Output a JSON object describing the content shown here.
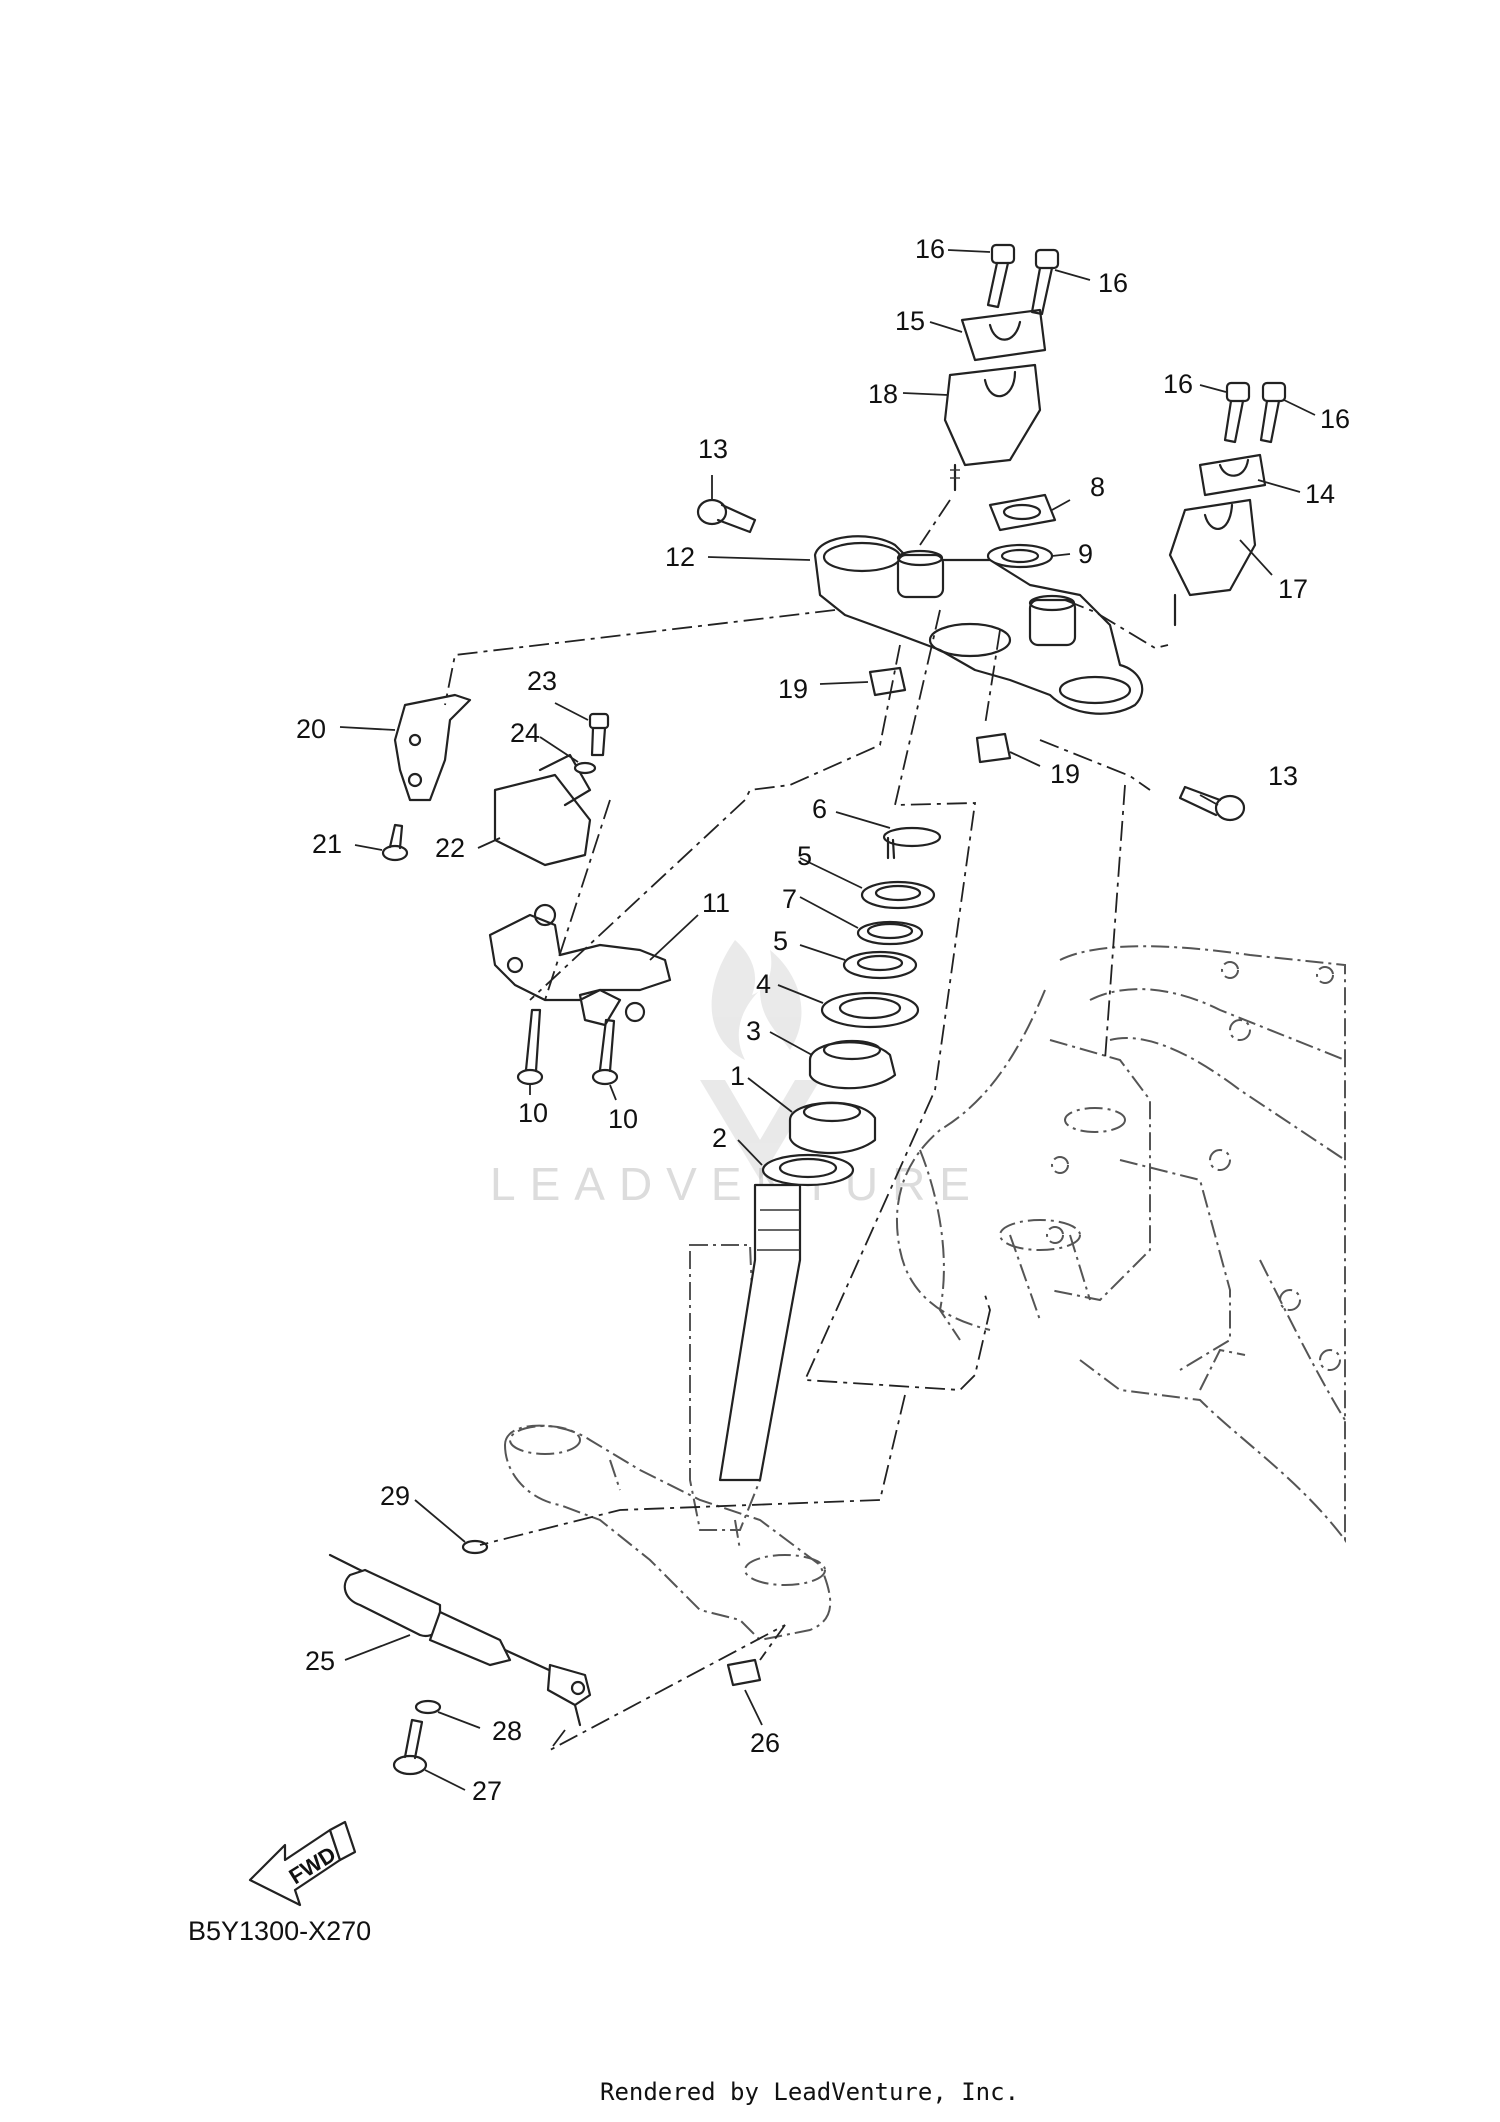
{
  "diagram": {
    "part_code": "B5Y1300-X270",
    "credit": "Rendered by LeadVenture, Inc.",
    "watermark": "LEADVENTURE",
    "fwd_label": "FWD",
    "callouts": {
      "c16a": "16",
      "c16b": "16",
      "c16c": "16",
      "c16d": "16",
      "c15": "15",
      "c18": "18",
      "c14": "14",
      "c17": "17",
      "c13a": "13",
      "c13b": "13",
      "c12": "12",
      "c8": "8",
      "c9": "9",
      "c19a": "19",
      "c19b": "19",
      "c20": "20",
      "c23": "23",
      "c24": "24",
      "c22": "22",
      "c21": "21",
      "c11": "11",
      "c10a": "10",
      "c10b": "10",
      "c6": "6",
      "c5a": "5",
      "c7": "7",
      "c5b": "5",
      "c4": "4",
      "c3": "3",
      "c1": "1",
      "c2": "2",
      "c29": "29",
      "c25": "25",
      "c28": "28",
      "c27": "27",
      "c26": "26"
    }
  }
}
